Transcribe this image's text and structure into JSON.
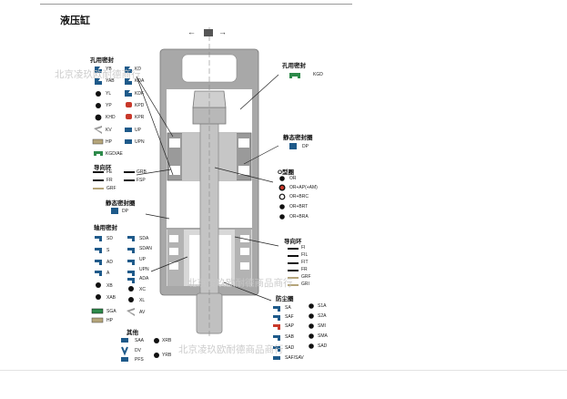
{
  "title": "液压缸",
  "watermark": "北京凌玖欧耐德商行",
  "watermarks": [
    "北京凌玖欧耐德商行",
    "北京凌玖欧耐德商品商行",
    "北京凌玖欧耐德商品商行"
  ],
  "direction": {
    "left": "←",
    "right": "→"
  },
  "colors": {
    "blue": "#1e5a8a",
    "red": "#c8382a",
    "black": "#111111",
    "tan": "#b5a57a",
    "green": "#2d8a4a",
    "cylinder": "#a8a8a8",
    "cylinder_dark": "#8c8c8c",
    "rod": "#c4c4c4"
  },
  "sections": {
    "bore_seals": {
      "title": "孔用密封",
      "left": [
        {
          "code": "YB",
          "color": "blue"
        },
        {
          "code": "YAB",
          "color": "blue"
        },
        {
          "code": "YL",
          "color": "black"
        },
        {
          "code": "YP",
          "color": "black"
        },
        {
          "code": "KHD",
          "color": "black"
        },
        {
          "code": "KV",
          "color": "gray"
        },
        {
          "code": "HP",
          "color": "tan"
        },
        {
          "code": "KGD/AE",
          "color": "green"
        }
      ],
      "right": [
        {
          "code": "KD",
          "color": "blue"
        },
        {
          "code": "KDA",
          "color": "blue"
        },
        {
          "code": "KDF",
          "color": "blue"
        },
        {
          "code": "KPD",
          "color": "red"
        },
        {
          "code": "KPR",
          "color": "red"
        },
        {
          "code": "UP",
          "color": "blue"
        },
        {
          "code": "UPN",
          "color": "blue"
        }
      ]
    },
    "guide_left": {
      "title": "导向环",
      "items": [
        {
          "code": "FE"
        },
        {
          "code": "FR"
        },
        {
          "code": "GRF"
        }
      ],
      "right_items": [
        {
          "code": "GRB"
        },
        {
          "code": "FSP"
        }
      ]
    },
    "static_left": {
      "title": "静态密封圈",
      "items": [
        {
          "code": "DP"
        }
      ]
    },
    "rod_seals": {
      "title": "轴用密封",
      "left": [
        {
          "code": "SD"
        },
        {
          "code": "S"
        },
        {
          "code": "AD"
        },
        {
          "code": "A"
        },
        {
          "code": "XB"
        },
        {
          "code": "XAB"
        },
        {
          "code": "SGA"
        },
        {
          "code": "HP"
        }
      ],
      "right": [
        {
          "code": "SDA"
        },
        {
          "code": "SDAN"
        },
        {
          "code": "UP"
        },
        {
          "code": "UPN"
        },
        {
          "code": "ADA"
        },
        {
          "code": "XC"
        },
        {
          "code": "XL"
        },
        {
          "code": "AV"
        }
      ]
    },
    "others": {
      "title": "其他",
      "items": [
        {
          "code": "SAA"
        },
        {
          "code": "DV"
        },
        {
          "code": "PFS"
        }
      ],
      "right_items": [
        {
          "code": "XRB"
        },
        {
          "code": "YRB"
        }
      ]
    },
    "bore_seal_right": {
      "title": "孔用密封",
      "items": [
        {
          "code": "KGD"
        }
      ]
    },
    "static_right": {
      "title": "静态密封圈",
      "items": [
        {
          "code": "DP"
        }
      ]
    },
    "o_rings": {
      "title": "O型圈",
      "items": [
        {
          "code": "OR"
        },
        {
          "code": "OR+AP(+AM)"
        },
        {
          "code": "OR+BRC"
        },
        {
          "code": "OR+BRT"
        },
        {
          "code": "OR+BRA"
        }
      ]
    },
    "guide_right": {
      "title": "导向环",
      "items": [
        {
          "code": "FI"
        },
        {
          "code": "FIL"
        },
        {
          "code": "FIT"
        },
        {
          "code": "FR"
        },
        {
          "code": "GRF"
        },
        {
          "code": "GRI"
        }
      ]
    },
    "wipers": {
      "title": "防尘圈",
      "left": [
        {
          "code": "SA"
        },
        {
          "code": "SAF"
        },
        {
          "code": "SAP"
        },
        {
          "code": "SAB"
        },
        {
          "code": "SAD"
        },
        {
          "code": "SAF/SAV"
        }
      ],
      "right": [
        {
          "code": "S1A"
        },
        {
          "code": "S2A"
        },
        {
          "code": "SMI"
        },
        {
          "code": "SMA"
        },
        {
          "code": "SAD"
        }
      ]
    }
  }
}
